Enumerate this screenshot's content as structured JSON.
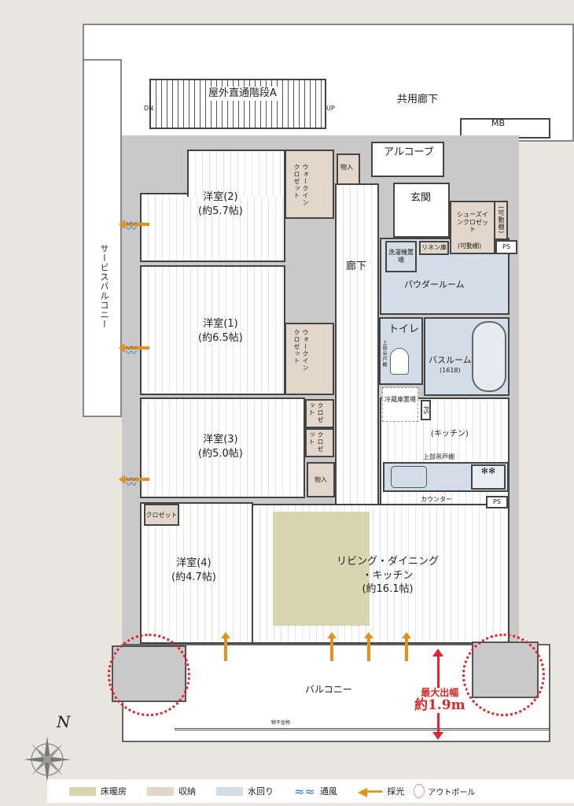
{
  "rooms": {
    "western2": {
      "name": "洋室(2)",
      "size": "(約5.7帖)"
    },
    "western1": {
      "name": "洋室(1)",
      "size": "(約6.5帖)"
    },
    "western3": {
      "name": "洋室(3)",
      "size": "(約5.0帖)"
    },
    "western4": {
      "name": "洋室(4)",
      "size": "(約4.7帖)"
    },
    "ldk": {
      "name": "リビング・ダイニング",
      "name2": "・キッチン",
      "size": "(約16.1帖)"
    },
    "kitchen": "(キッチン)",
    "corridor": "廊下",
    "entrance": "玄関",
    "alcove": "アルコーブ",
    "powder": "パウダールーム",
    "toilet": "トイレ",
    "bath": "バスルーム",
    "bath_size": "(1618)",
    "balcony": "バルコニー",
    "service_balcony": "サービスバルコニー",
    "common_corridor": "共用廊下",
    "stairs": "屋外直通階段A",
    "mb": "MB"
  },
  "storage": {
    "wic": "ウォークインクロゼット",
    "closet": "クロゼット",
    "storage": "物入",
    "shoes": "シューズインクロゼット",
    "shelf": "(可動棚)",
    "linen": "リネン庫",
    "washer": "洗濯機置場",
    "fridge": "冷蔵庫置場",
    "upper_cabinet": "上部吊戸棚",
    "counter": "カウンター",
    "ps": "PS",
    "dn": "DN",
    "up": "UP",
    "drying": "物干金物"
  },
  "balcony_depth": {
    "label": "最大出幅",
    "value": "約1.9m"
  },
  "legend": [
    {
      "label": "床暖房",
      "color": "#d9d5b0"
    },
    {
      "label": "収納",
      "color": "#e3d7cc"
    },
    {
      "label": "水回り",
      "color": "#d3dde7"
    },
    {
      "label": "通風",
      "icon": "wind-icon",
      "color": "#2a7bd0"
    },
    {
      "label": "採光",
      "icon": "light-arrow-icon",
      "color": "#e8901c"
    },
    {
      "label": "アウトポール",
      "icon": "dotted-circle-icon",
      "color": "#e0262a"
    }
  ],
  "compass": "N"
}
